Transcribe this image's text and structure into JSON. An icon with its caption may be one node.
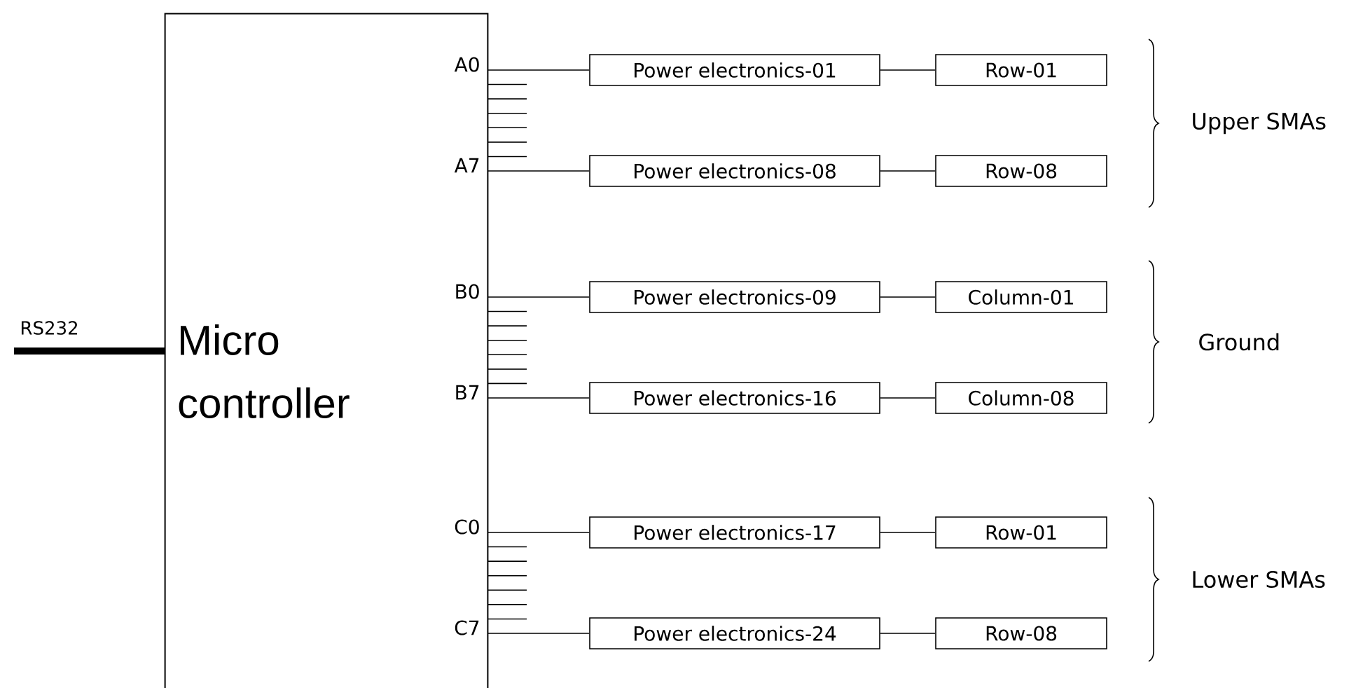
{
  "diagram": {
    "nodes": [
      {
        "text": [
          "Micro controller"
        ]
      },
      {
        "text": [
          "Power electronics-01"
        ]
      },
      {
        "text": [
          "Row-01"
        ]
      },
      {
        "text": [
          "Power electronics-08"
        ]
      },
      {
        "text": [
          "Row-08"
        ]
      },
      {
        "text": [
          "Power electronics-09"
        ]
      },
      {
        "text": [
          "Column-01"
        ]
      },
      {
        "text": [
          "Power electronics-16"
        ]
      },
      {
        "text": [
          "Column-08"
        ]
      },
      {
        "text": [
          "Power electronics-17"
        ]
      },
      {
        "text": [
          "Row-01"
        ]
      },
      {
        "text": [
          "Power electronics-24"
        ]
      },
      {
        "text": [
          "Row-08"
        ]
      }
    ],
    "edges": [
      {
        "from": null,
        "to": 0,
        "arrow": "none",
        "label": "RS232",
        "style": "thick"
      },
      {
        "from": 0,
        "to": 1,
        "arrow": "none"
      },
      {
        "from": 1,
        "to": 2,
        "arrow": "none"
      },
      {
        "from": 0,
        "to": 3,
        "arrow": "none"
      },
      {
        "from": 3,
        "to": 4,
        "arrow": "none"
      },
      {
        "from": 0,
        "to": 5,
        "arrow": "none"
      },
      {
        "from": 5,
        "to": 6,
        "arrow": "none"
      },
      {
        "from": 0,
        "to": 7,
        "arrow": "none"
      },
      {
        "from": 7,
        "to": 8,
        "arrow": "none"
      },
      {
        "from": 0,
        "to": 9,
        "arrow": "none"
      },
      {
        "from": 9,
        "to": 10,
        "arrow": "none"
      },
      {
        "from": 0,
        "to": 11,
        "arrow": "none"
      },
      {
        "from": 11,
        "to": 12,
        "arrow": "none"
      }
    ],
    "labels": [
      "A0",
      "A7",
      "B0",
      "B7",
      "C0",
      "C7",
      "Upper SMAs",
      "Ground",
      "Lower SMAs"
    ]
  }
}
